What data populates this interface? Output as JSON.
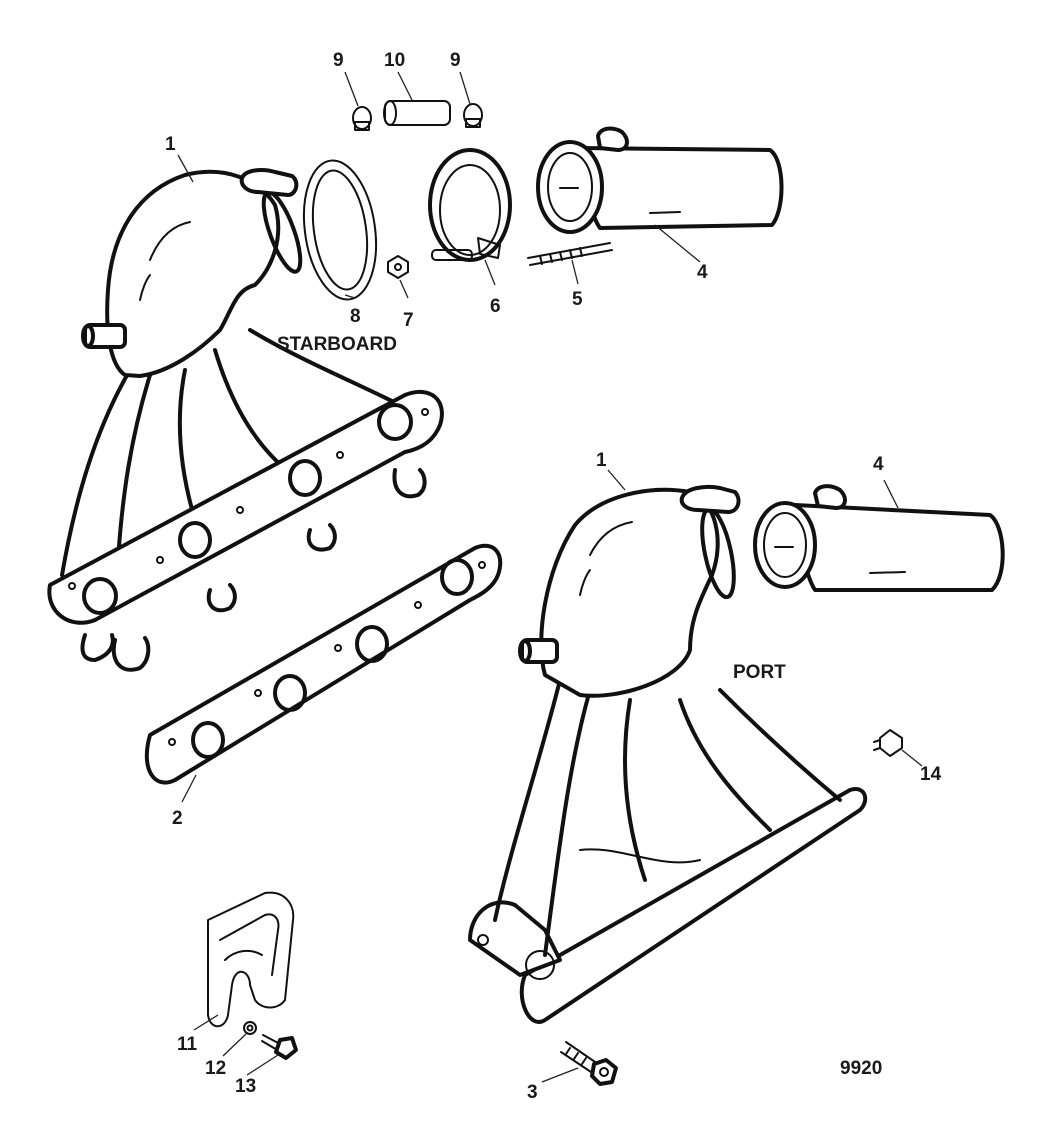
{
  "labels": {
    "starboard": "STARBOARD",
    "port": "PORT",
    "figure_code": "9920"
  },
  "callouts": {
    "c1a": "1",
    "c1b": "1",
    "c2": "2",
    "c3": "3",
    "c4a": "4",
    "c4b": "4",
    "c5": "5",
    "c6": "6",
    "c7": "7",
    "c8": "8",
    "c9a": "9",
    "c9b": "9",
    "c10": "10",
    "c11": "11",
    "c12": "12",
    "c13": "13",
    "c14": "14"
  }
}
